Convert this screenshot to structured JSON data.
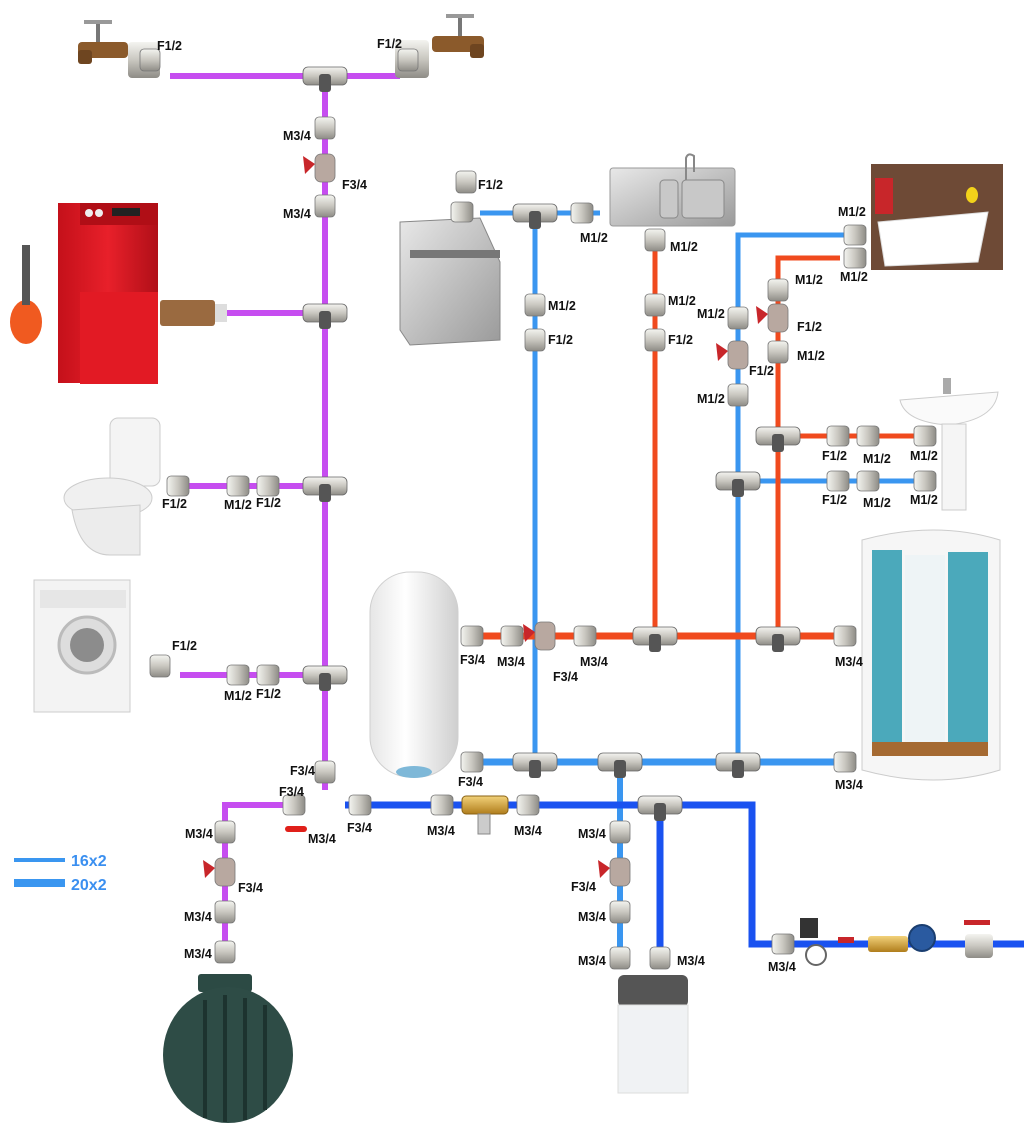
{
  "diagram": {
    "title": "Residential water supply piping diagram",
    "colors": {
      "mixed_supply": "#c64df0",
      "cold_16": "#3a96f0",
      "hot_16": "#f04a1e",
      "main_20": "#1a52f0",
      "legend_text": "#3a8ff0"
    },
    "legend": [
      {
        "label": "16x2",
        "line": "thin"
      },
      {
        "label": "20x2",
        "line": "thick"
      }
    ],
    "appliances": [
      {
        "id": "garden-tap-left",
        "name": "Garden tap"
      },
      {
        "id": "garden-tap-right",
        "name": "Garden tap"
      },
      {
        "id": "boiler",
        "name": "Boiler with expansion tank"
      },
      {
        "id": "toilet",
        "name": "Toilet"
      },
      {
        "id": "washing-machine",
        "name": "Washing machine"
      },
      {
        "id": "dishwasher",
        "name": "Dishwasher"
      },
      {
        "id": "kitchen-sink",
        "name": "Kitchen sink"
      },
      {
        "id": "vessel-sink",
        "name": "Bathroom vessel sink"
      },
      {
        "id": "pedestal-sink",
        "name": "Pedestal washbasin"
      },
      {
        "id": "water-heater",
        "name": "Water heater"
      },
      {
        "id": "shower-cabin",
        "name": "Shower cabin"
      },
      {
        "id": "storage-tank",
        "name": "Underground storage tank"
      },
      {
        "id": "water-softener",
        "name": "Water softener"
      },
      {
        "id": "inlet-assembly",
        "name": "Pressure reducer, filter, meter, ball valve"
      }
    ],
    "labels": [
      {
        "id": "l1",
        "text": "F1/2"
      },
      {
        "id": "l2",
        "text": "F1/2"
      },
      {
        "id": "l3",
        "text": "M3/4"
      },
      {
        "id": "l4",
        "text": "F3/4"
      },
      {
        "id": "l5",
        "text": "M3/4"
      },
      {
        "id": "l6",
        "text": "F1/2"
      },
      {
        "id": "l7",
        "text": "M1/2"
      },
      {
        "id": "l8",
        "text": "M1/2"
      },
      {
        "id": "l9",
        "text": "M1/2"
      },
      {
        "id": "l10",
        "text": "F1/2"
      },
      {
        "id": "l11",
        "text": "M1/2"
      },
      {
        "id": "l12",
        "text": "F1/2"
      },
      {
        "id": "l13",
        "text": "M1/2"
      },
      {
        "id": "l14",
        "text": "M1/2"
      },
      {
        "id": "l15",
        "text": "M1/2"
      },
      {
        "id": "l16",
        "text": "M1/2"
      },
      {
        "id": "l17",
        "text": "F1/2"
      },
      {
        "id": "l18",
        "text": "F1/2"
      },
      {
        "id": "l19",
        "text": "M1/2"
      },
      {
        "id": "l20",
        "text": "M1/2"
      },
      {
        "id": "l21",
        "text": "F1/2"
      },
      {
        "id": "l22",
        "text": "M1/2"
      },
      {
        "id": "l23",
        "text": "M1/2"
      },
      {
        "id": "l24",
        "text": "F1/2"
      },
      {
        "id": "l25",
        "text": "M1/2"
      },
      {
        "id": "l26",
        "text": "M1/2"
      },
      {
        "id": "l27",
        "text": "F1/2"
      },
      {
        "id": "l28",
        "text": "M1/2"
      },
      {
        "id": "l29",
        "text": "F1/2"
      },
      {
        "id": "l30",
        "text": "F1/2"
      },
      {
        "id": "l31",
        "text": "M1/2"
      },
      {
        "id": "l32",
        "text": "F1/2"
      },
      {
        "id": "l33",
        "text": "F3/4"
      },
      {
        "id": "l34",
        "text": "M3/4"
      },
      {
        "id": "l35",
        "text": "F3/4"
      },
      {
        "id": "l36",
        "text": "M3/4"
      },
      {
        "id": "l37",
        "text": "M3/4"
      },
      {
        "id": "l38",
        "text": "F3/4"
      },
      {
        "id": "l39",
        "text": "M3/4"
      },
      {
        "id": "l40",
        "text": "F3/4"
      },
      {
        "id": "l41",
        "text": "F3/4"
      },
      {
        "id": "l42",
        "text": "M3/4"
      },
      {
        "id": "l43",
        "text": "F3/4"
      },
      {
        "id": "l44",
        "text": "M3/4"
      },
      {
        "id": "l45",
        "text": "M3/4"
      },
      {
        "id": "l46",
        "text": "M3/4"
      },
      {
        "id": "l47",
        "text": "F3/4"
      },
      {
        "id": "l48",
        "text": "M3/4"
      },
      {
        "id": "l49",
        "text": "M3/4"
      },
      {
        "id": "l50",
        "text": "M3/4"
      },
      {
        "id": "l51",
        "text": "F3/4"
      },
      {
        "id": "l52",
        "text": "M3/4"
      },
      {
        "id": "l53",
        "text": "M3/4"
      },
      {
        "id": "l54",
        "text": "M3/4"
      },
      {
        "id": "l55",
        "text": "M3/4"
      }
    ]
  }
}
